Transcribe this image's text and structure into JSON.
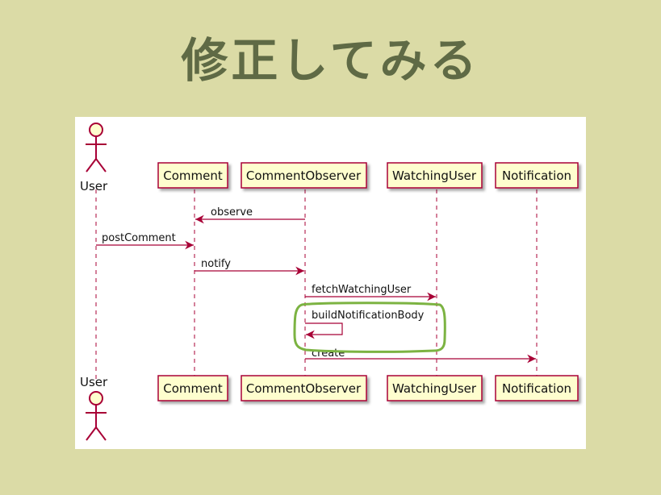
{
  "title": "修正してみる",
  "diagram": {
    "actor": "User",
    "participants": [
      "Comment",
      "CommentObserver",
      "WatchingUser",
      "Notification"
    ],
    "messages": [
      {
        "label": "observe",
        "from": "CommentObserver",
        "to": "Comment"
      },
      {
        "label": "postComment",
        "from": "User",
        "to": "Comment"
      },
      {
        "label": "notify",
        "from": "Comment",
        "to": "CommentObserver"
      },
      {
        "label": "fetchWatchingUser",
        "from": "CommentObserver",
        "to": "WatchingUser"
      },
      {
        "label": "buildNotificationBody",
        "from": "CommentObserver",
        "to": "CommentObserver",
        "highlighted": true
      },
      {
        "label": "create",
        "from": "CommentObserver",
        "to": "Notification"
      }
    ],
    "colors": {
      "participant_fill": "#fefece",
      "participant_border": "#a80036",
      "arrow": "#a80036",
      "highlight": "#7cb342"
    }
  }
}
